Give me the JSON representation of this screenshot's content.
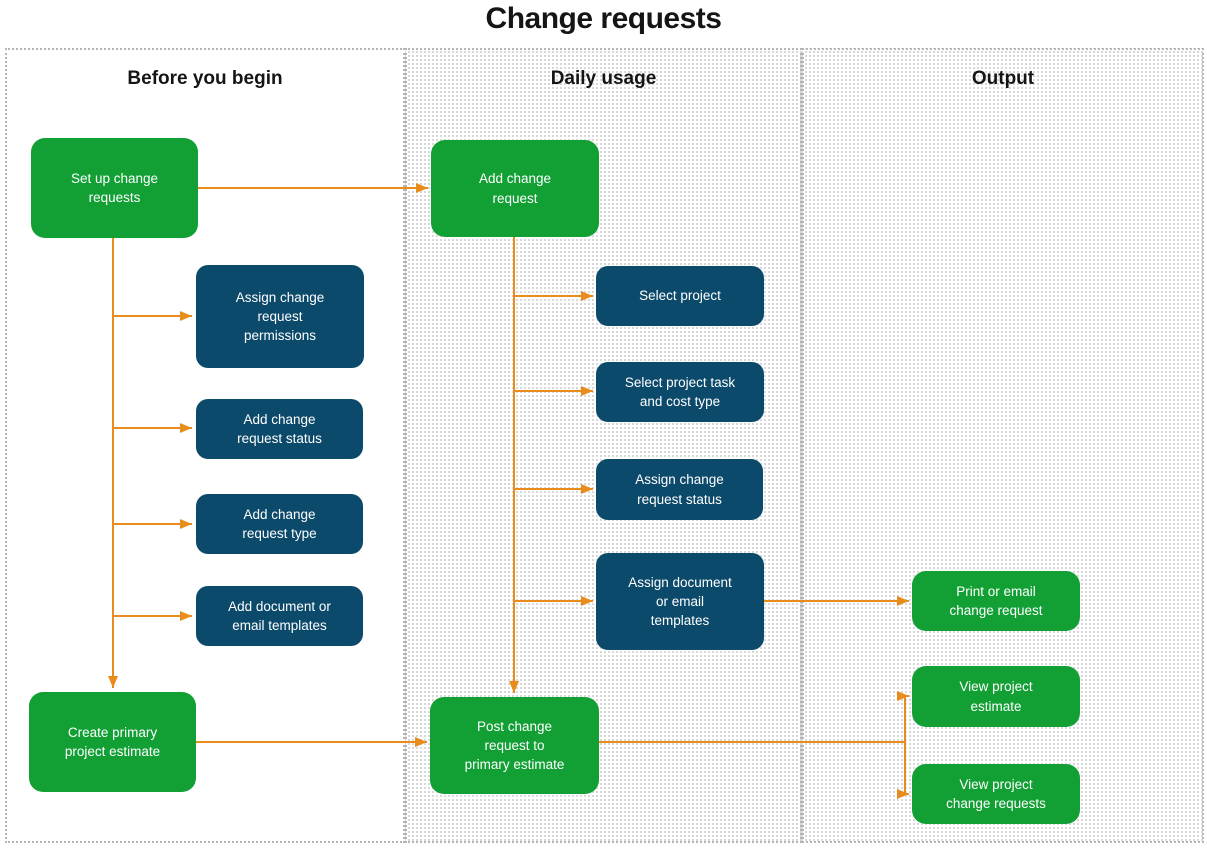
{
  "title": "Change requests",
  "colors": {
    "node_green": "#12A035",
    "node_blue": "#0C4A6B",
    "arrow_orange": "#E88C1C"
  },
  "columns": [
    {
      "label": "Before you begin",
      "nodes": [
        {
          "label": "Set up change\nrequests",
          "type": "green"
        },
        {
          "label": "Assign change\nrequest\npermissions",
          "type": "blue"
        },
        {
          "label": "Add change\nrequest status",
          "type": "blue"
        },
        {
          "label": "Add change\nrequest type",
          "type": "blue"
        },
        {
          "label": "Add document or\nemail templates",
          "type": "blue"
        },
        {
          "label": "Create primary\nproject estimate",
          "type": "green"
        }
      ]
    },
    {
      "label": "Daily usage",
      "nodes": [
        {
          "label": "Add change\nrequest",
          "type": "green"
        },
        {
          "label": "Select project",
          "type": "blue"
        },
        {
          "label": "Select project task\nand cost type",
          "type": "blue"
        },
        {
          "label": "Assign change\nrequest status",
          "type": "blue"
        },
        {
          "label": "Assign document\nor email\ntemplates",
          "type": "blue"
        },
        {
          "label": "Post change\nrequest to\nprimary estimate",
          "type": "green"
        }
      ]
    },
    {
      "label": "Output",
      "nodes": [
        {
          "label": "Print or email\nchange request",
          "type": "green"
        },
        {
          "label": "View project\nestimate",
          "type": "green"
        },
        {
          "label": "View project\nchange requests",
          "type": "green"
        }
      ]
    }
  ]
}
